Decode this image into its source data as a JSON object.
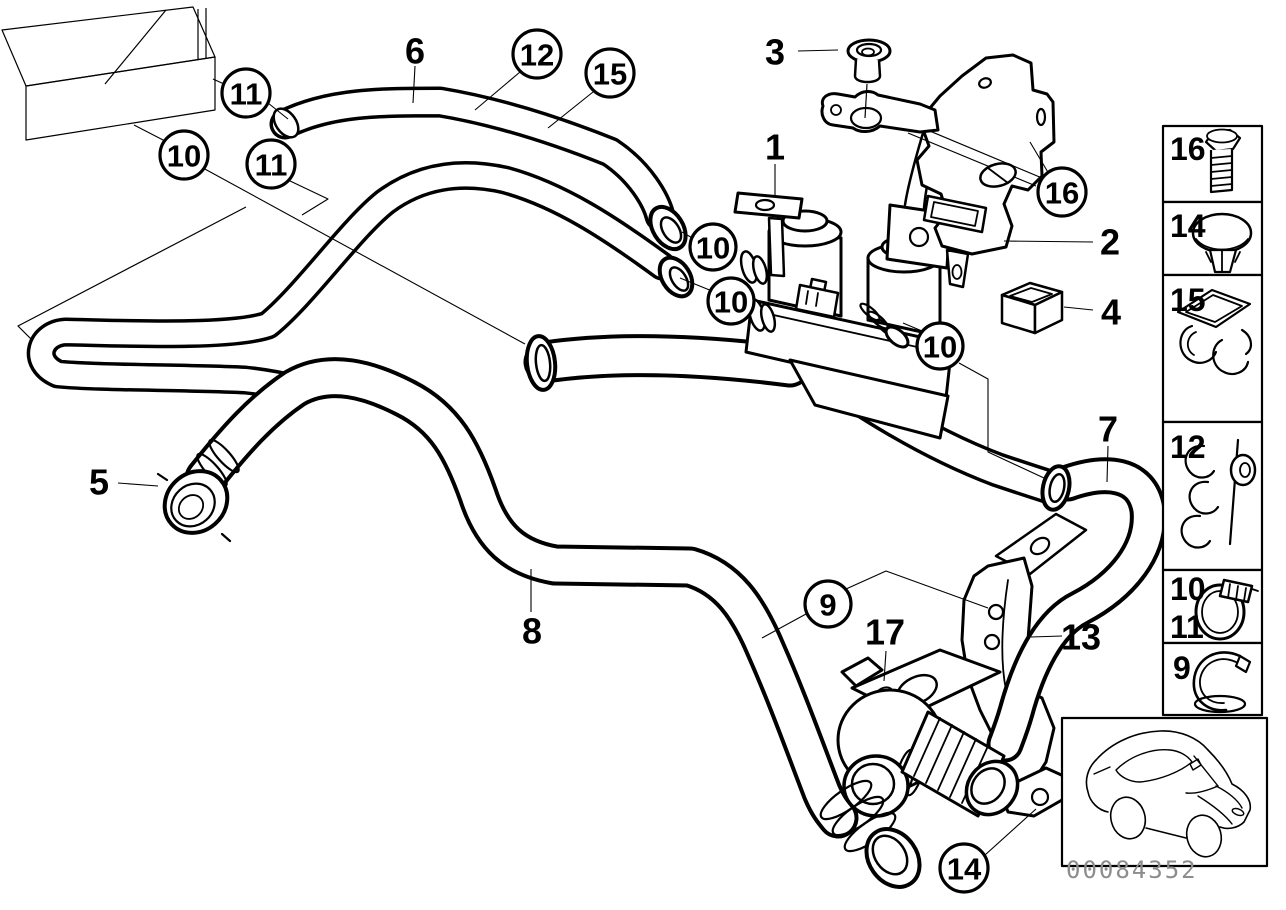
{
  "figure": {
    "image_number": "00084352"
  },
  "callouts": {
    "circled": [
      {
        "n": "11"
      },
      {
        "n": "10"
      },
      {
        "n": "11"
      },
      {
        "n": "12"
      },
      {
        "n": "15"
      },
      {
        "n": "16"
      },
      {
        "n": "10"
      },
      {
        "n": "10"
      },
      {
        "n": "10"
      },
      {
        "n": "9"
      },
      {
        "n": "14"
      }
    ],
    "plain": [
      {
        "n": "6"
      },
      {
        "n": "3"
      },
      {
        "n": "1"
      },
      {
        "n": "2"
      },
      {
        "n": "4"
      },
      {
        "n": "7"
      },
      {
        "n": "5"
      },
      {
        "n": "8"
      },
      {
        "n": "17"
      },
      {
        "n": "13"
      }
    ]
  },
  "sidebar": {
    "items": [
      {
        "label": "16"
      },
      {
        "label": "14"
      },
      {
        "label": "15"
      },
      {
        "label": "12"
      },
      {
        "label": "10"
      },
      {
        "label": "11"
      },
      {
        "label": "9"
      }
    ]
  }
}
